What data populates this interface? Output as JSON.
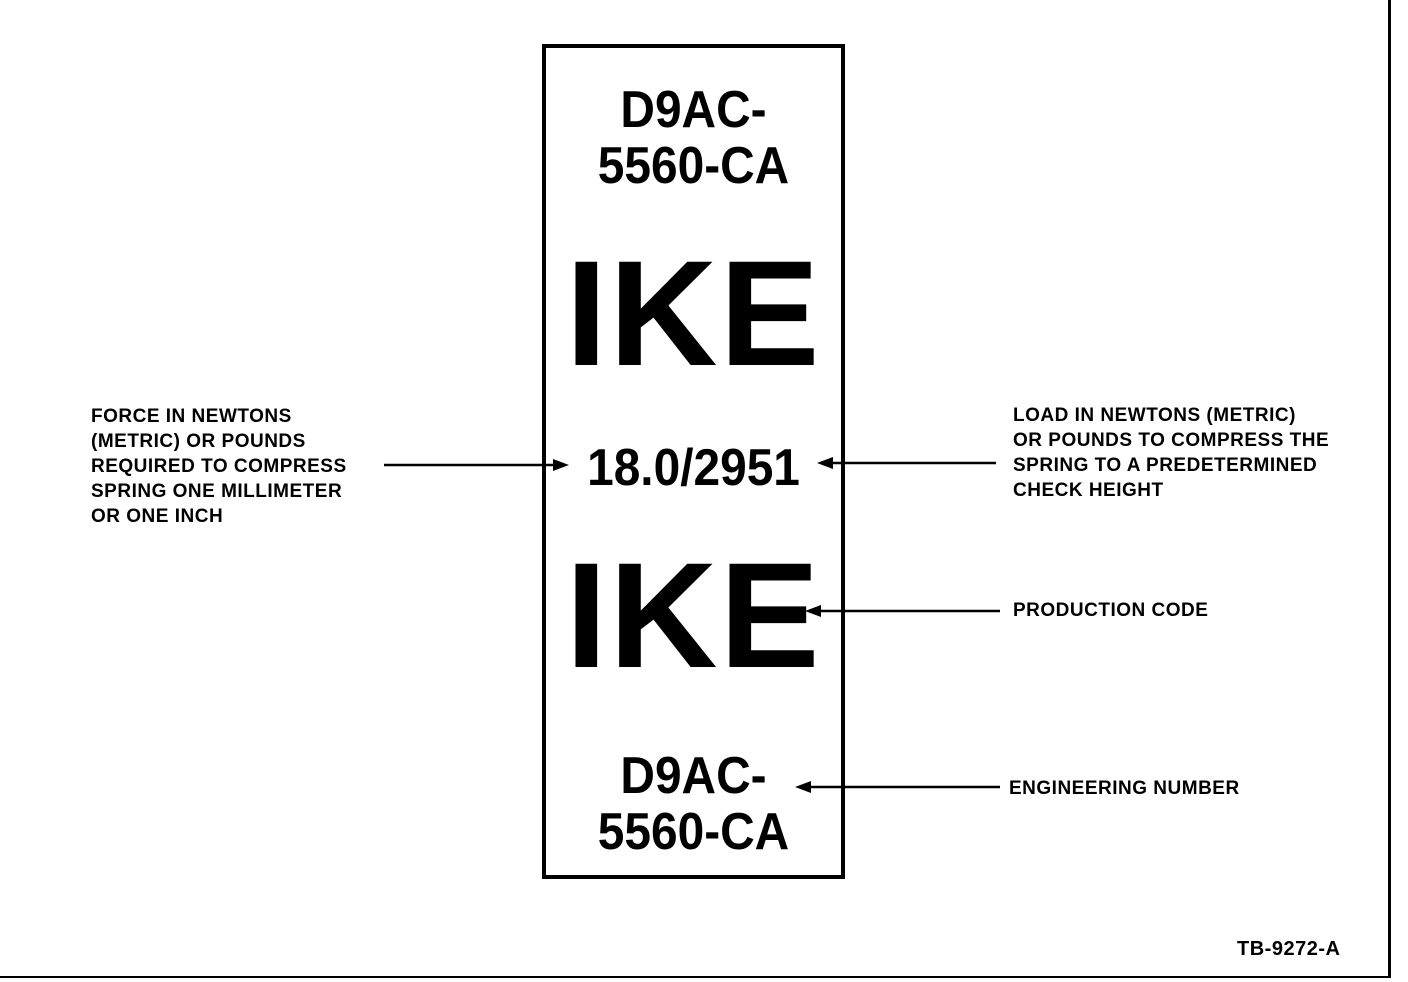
{
  "tag": {
    "part_number_top": [
      "D9AC-",
      "5560-CA"
    ],
    "production_code_top": "IKE",
    "rate_load": "18.0/2951",
    "production_code_bottom": "IKE",
    "part_number_bottom": [
      "D9AC-",
      "5560-CA"
    ]
  },
  "callouts": {
    "force": [
      "FORCE IN NEWTONS",
      "(METRIC) OR POUNDS",
      "REQUIRED TO COMPRESS",
      "SPRING ONE MILLIMETER",
      "OR ONE INCH"
    ],
    "load": [
      "LOAD IN NEWTONS (METRIC)",
      "OR POUNDS TO COMPRESS THE",
      "SPRING TO A PREDETERMINED",
      "CHECK HEIGHT"
    ],
    "production_code": "PRODUCTION CODE",
    "engineering_number": "ENGINEERING NUMBER"
  },
  "figure_id": "TB-9272-A"
}
